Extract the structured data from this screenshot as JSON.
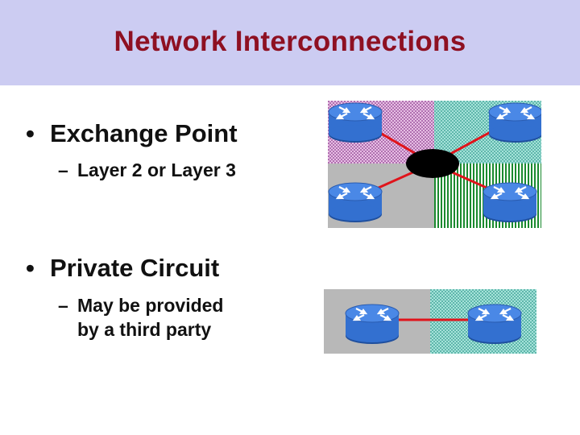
{
  "slide": {
    "title": "Network Interconnections",
    "bullets": [
      {
        "marker": "•",
        "text": "Exchange Point",
        "sub": {
          "marker": "–",
          "text": "Layer 2 or Layer 3"
        }
      },
      {
        "marker": "•",
        "text": "Private Circuit",
        "sub": {
          "marker": "–",
          "text": "May be provided",
          "continuation": "by a third party"
        }
      }
    ]
  },
  "colors": {
    "title_band": "#ccccf2",
    "title_text": "#8e1022",
    "link": "#e0141b",
    "router": "#3370d0",
    "exchange_point": "#000000",
    "region_pink": "#d9a0d6",
    "region_teal": "#7fcfc4",
    "region_gray": "#b8b8b8",
    "region_green": "#1a8a2e"
  },
  "diagrams": {
    "exchange_point": {
      "routers": [
        "router-top-left",
        "router-top-right",
        "router-bottom-left",
        "router-bottom-right"
      ],
      "hub": "exchange-point-hub"
    },
    "private_circuit": {
      "routers": [
        "router-left",
        "router-right"
      ]
    }
  }
}
